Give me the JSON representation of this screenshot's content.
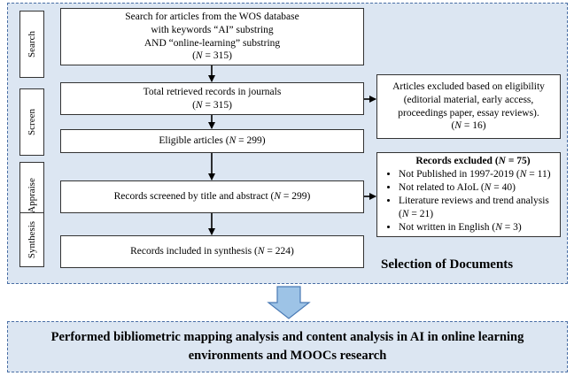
{
  "stages": {
    "search": "Search",
    "screen": "Screen",
    "appraise": "Appraise",
    "synthesis": "Synthesis"
  },
  "boxes": {
    "search": {
      "line1": "Search for articles from the WOS database",
      "line2": "with keywords “AI” substring",
      "line3": "AND “online-learning” substring",
      "n_prefix": "(",
      "n_var": "N",
      "n_value": " = 315)"
    },
    "retrieved": {
      "line1": "Total retrieved records in journals",
      "n_prefix": "(",
      "n_var": "N",
      "n_value": " = 315)"
    },
    "eligible": {
      "text": "Eligible articles (",
      "n_var": "N",
      "n_value": " = 299)"
    },
    "screened": {
      "text": "Records screened by title and abstract (",
      "n_var": "N",
      "n_value": " = 299)"
    },
    "included": {
      "text": "Records included in synthesis (",
      "n_var": "N",
      "n_value": " = 224)"
    },
    "excluded_eligibility": {
      "line1": "Articles excluded based on eligibility",
      "line2": "(editorial material, early access,",
      "line3": "proceedings paper, essay reviews).",
      "n_prefix": "(",
      "n_var": "N",
      "n_value": " = 16)"
    },
    "excluded_records": {
      "title_prefix": "Records excluded (",
      "title_var": "N",
      "title_value": " = 75)",
      "items": [
        {
          "text": "Not  Published in 1997-2019 (",
          "var": "N",
          "value": " = 11)"
        },
        {
          "text": "Not related to AIoL (",
          "var": "N",
          "value": " = 40)"
        },
        {
          "text": "Literature reviews and trend analysis (",
          "var": "N",
          "value": " = 21)"
        },
        {
          "text": "Not written in English (",
          "var": "N",
          "value": " = 3)"
        }
      ]
    }
  },
  "section_title": "Selection of Documents",
  "result": {
    "line1": "Performed bibliometric mapping analysis and content analysis in AI in online learning",
    "line2": "environments and MOOCs research"
  },
  "colors": {
    "panel_fill": "#dce6f2",
    "panel_border": "#4a6fa5",
    "arrow": "#000000",
    "down_arrow_fill": "#9dc3e6",
    "down_arrow_stroke": "#4a7ab5"
  }
}
